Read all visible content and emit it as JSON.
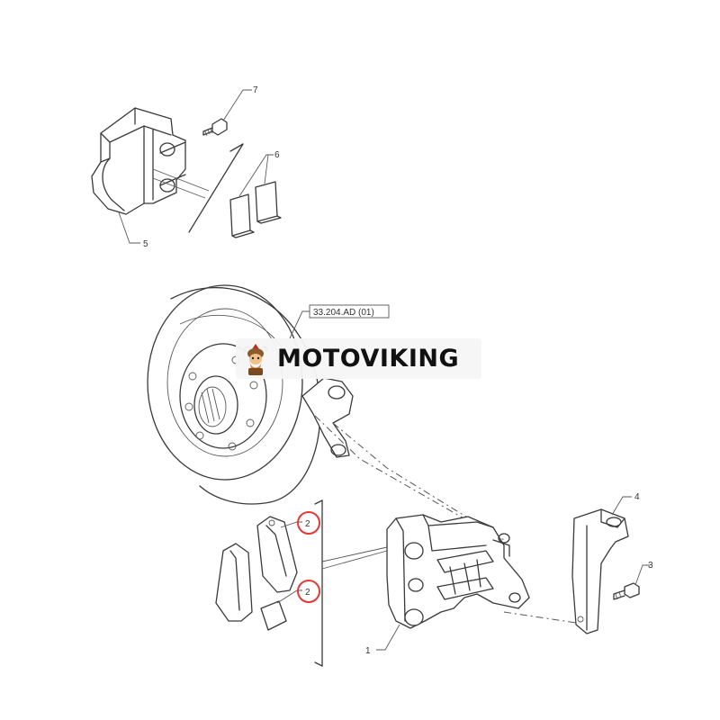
{
  "callouts": {
    "c1": "1",
    "c2a": "2",
    "c2b": "2",
    "c3": "3",
    "c4": "4",
    "c5": "5",
    "c6": "6",
    "c7": "7"
  },
  "reference_label": "33.204.AD (01)",
  "watermark": {
    "text": "MOTOVIKING",
    "logo_icon": "viking-mascot-icon"
  },
  "colors": {
    "line": "#3a3a3a",
    "highlight_circle": "#e53935",
    "watermark_bg": "#f5f5f5"
  }
}
